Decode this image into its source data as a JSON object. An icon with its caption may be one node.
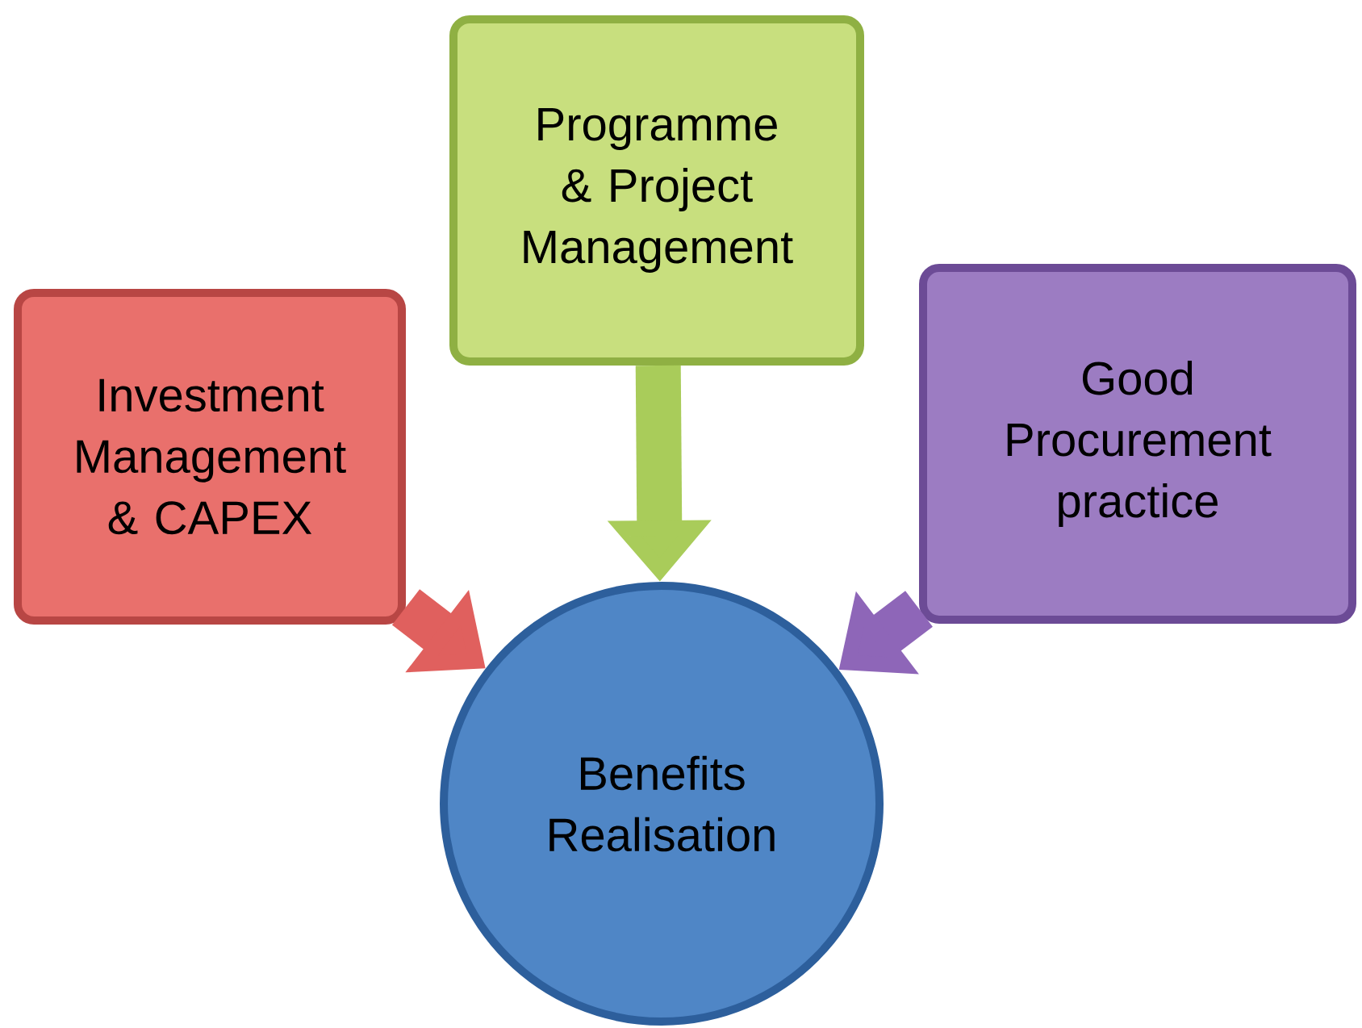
{
  "diagram": {
    "nodes": [
      {
        "text": [
          "Investment Management & CAPEX"
        ]
      },
      {
        "text": [
          "Programme & Project Management"
        ]
      },
      {
        "text": [
          "Good Procurement practice"
        ]
      },
      {
        "text": [
          "Benefits Realisation"
        ]
      }
    ],
    "edges": [
      {
        "from": 0,
        "to": 3,
        "arrow": "to",
        "color": "#e0605e"
      },
      {
        "from": 1,
        "to": 3,
        "arrow": "to",
        "color": "#a9cc5a"
      },
      {
        "from": 2,
        "to": 3,
        "arrow": "to",
        "color": "#8e66b8"
      }
    ]
  }
}
